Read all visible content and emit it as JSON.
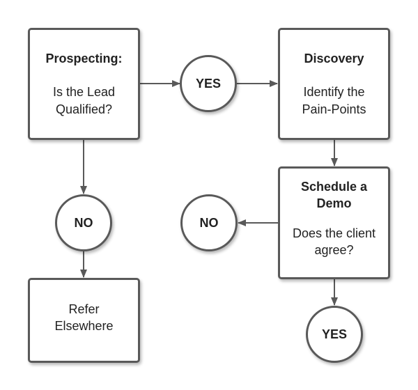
{
  "nodes": {
    "prospecting": {
      "title": "Prospecting:",
      "line1": "Is the Lead",
      "line2": "Qualified?"
    },
    "yes_top": {
      "label": "YES"
    },
    "discovery": {
      "title": "Discovery",
      "line1": "Identify the",
      "line2": "Pain-Points"
    },
    "no_left": {
      "label": "NO"
    },
    "refer": {
      "line1": "Refer",
      "line2": "Elsewhere"
    },
    "schedule_demo": {
      "title_line1": "Schedule a",
      "title_line2": "Demo",
      "line1": "Does the client",
      "line2": "agree?"
    },
    "no_right": {
      "label": "NO"
    },
    "yes_bottom": {
      "label": "YES"
    }
  },
  "colors": {
    "stroke": "#595959",
    "fill": "#ffffff",
    "text": "#222222"
  }
}
